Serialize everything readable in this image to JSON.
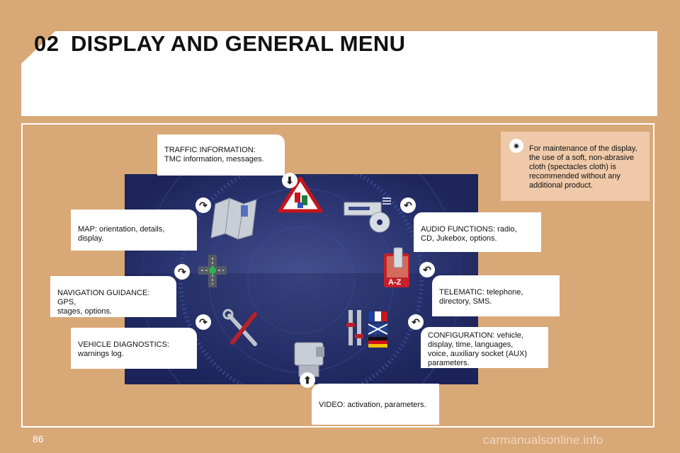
{
  "page": {
    "chapter_number": "02",
    "title": "DISPLAY AND GENERAL MENU",
    "page_number": "86",
    "watermark": "carmanualsonline.info"
  },
  "note": {
    "icon": "light-bulb-icon",
    "text": "For maintenance of the display, the use of a soft, non-abrasive cloth (spectacles cloth) is recommended without any additional product."
  },
  "menu": {
    "traffic": {
      "line1": "TRAFFIC INFORMATION:",
      "line2": "TMC information, messages.",
      "icon": "traffic-warning-icon"
    },
    "map": {
      "line1": "MAP: orientation, details,",
      "line2": "display.",
      "icon": "folded-map-icon"
    },
    "navigation": {
      "line1": "NAVIGATION GUIDANCE: GPS,",
      "line2": "stages, options.",
      "icon": "crossroads-icon"
    },
    "diagnostics": {
      "line1": "VEHICLE DIAGNOSTICS:",
      "line2": "warnings log.",
      "icon": "tools-icon"
    },
    "audio": {
      "line1": "AUDIO FUNCTIONS: radio,",
      "line2": "CD, Jukebox, options.",
      "icon": "audio-cd-icon"
    },
    "telematic": {
      "line1": "TELEMATIC: telephone,",
      "line2": "directory, SMS.",
      "icon": "phone-directory-icon",
      "badge": "A-Z"
    },
    "configuration": {
      "line1": "CONFIGURATION: vehicle,",
      "line2": "display, time, languages,",
      "line3": "voice, auxiliary socket (AUX)",
      "line4": "parameters.",
      "icon": "settings-flags-icon"
    },
    "video": {
      "line1": "VIDEO: activation, parameters.",
      "icon": "video-projector-icon"
    }
  },
  "colors": {
    "background": "#d9a877",
    "note_background": "#efc9a9",
    "screen_background": "#202a63"
  }
}
